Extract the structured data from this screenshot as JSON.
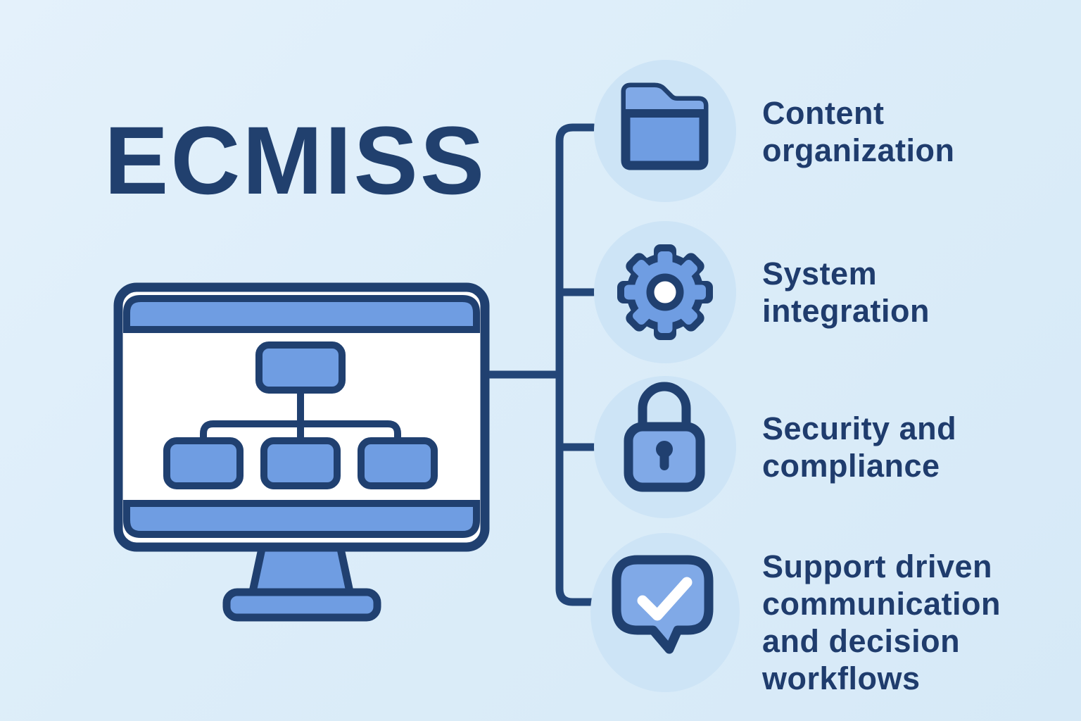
{
  "title": "ECMISS",
  "features": [
    {
      "icon": "folder-icon",
      "label": "Content organization",
      "lines": [
        "Content",
        "organization"
      ]
    },
    {
      "icon": "gear-icon",
      "label": "System integration",
      "lines": [
        "System",
        "integration"
      ]
    },
    {
      "icon": "lock-icon",
      "label": "Security and compliance",
      "lines": [
        "Security and",
        "compliance"
      ]
    },
    {
      "icon": "chat-check-icon",
      "label": "Support driven communication and decision workflows",
      "lines": [
        "Support driven",
        "communication",
        "and decision",
        "workflows"
      ]
    }
  ],
  "illustration": {
    "monitor": "desktop monitor showing a hierarchy org chart with one parent node and three child nodes",
    "connector": "tree connector linking the monitor to four feature icons"
  },
  "colors": {
    "background": "#dcedf9",
    "navy_outline": "#204070",
    "connector_navy": "#234678",
    "text_navy": "#1f3c6d",
    "title_navy": "#21406e",
    "fill_blue": "#6f9de2",
    "fill_blue_light": "#80a9e7",
    "circle_bg": "#cde4f6",
    "screen_white": "#ffffff",
    "check_white": "#ffffff"
  }
}
